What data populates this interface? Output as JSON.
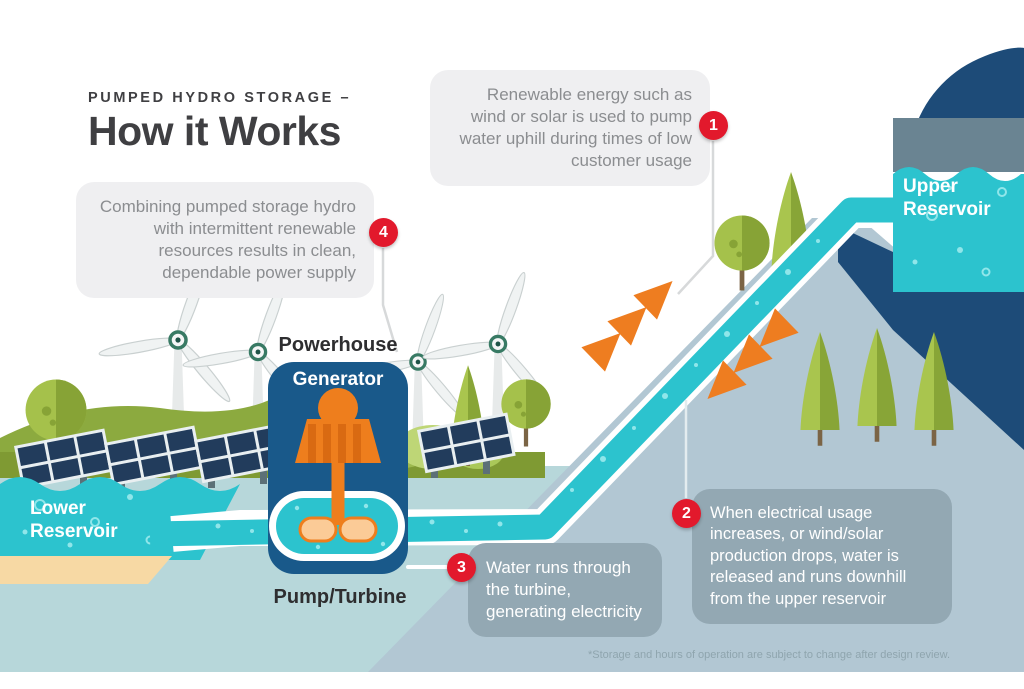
{
  "title": {
    "kicker": "PUMPED HYDRO STORAGE –",
    "heading": "How it Works"
  },
  "callouts": [
    {
      "number": "1",
      "text": "Renewable energy such as wind or solar is used to pump water uphill during times of low customer usage"
    },
    {
      "number": "2",
      "text": "When electrical usage increases, or wind/solar production drops, water is released and runs downhill from the upper reservoir"
    },
    {
      "number": "3",
      "text": "Water runs through the turbine, generating electricity"
    },
    {
      "number": "4",
      "text": "Combining pumped storage hydro with intermittent renewable resources results in clean, dependable power supply"
    }
  ],
  "labels": {
    "upper_reservoir": "Upper Reservoir",
    "lower_reservoir": "Lower Reservoir",
    "powerhouse": "Powerhouse",
    "generator": "Generator",
    "pump_turbine": "Pump/Turbine"
  },
  "footnote": "*Storage and hours of operation are subject to change after design review.",
  "colors": {
    "water_teal": "#2cc3ce",
    "navy_mountain": "#1d4b78",
    "powerhouse_blue": "#19598a",
    "hillside": "#b2c7d3",
    "ground": "#b7d7da",
    "grass": "#7f9a33",
    "hill_green": "#8caa3f",
    "arrow_orange": "#ee7d20",
    "badge_red": "#e2192c",
    "callout_gray_bg": "#efeff1",
    "callout_blue_bg": "#93a8b3",
    "sand": "#f7d9a4",
    "reservoir_wall_gray": "#6a8492"
  },
  "scene": {
    "icons": [
      "wind-turbine-icon",
      "solar-panel-icon",
      "tree-icon",
      "generator-icon",
      "pump-turbine-icon",
      "water-flow-arrow-icon",
      "water-bubble-icon"
    ]
  }
}
